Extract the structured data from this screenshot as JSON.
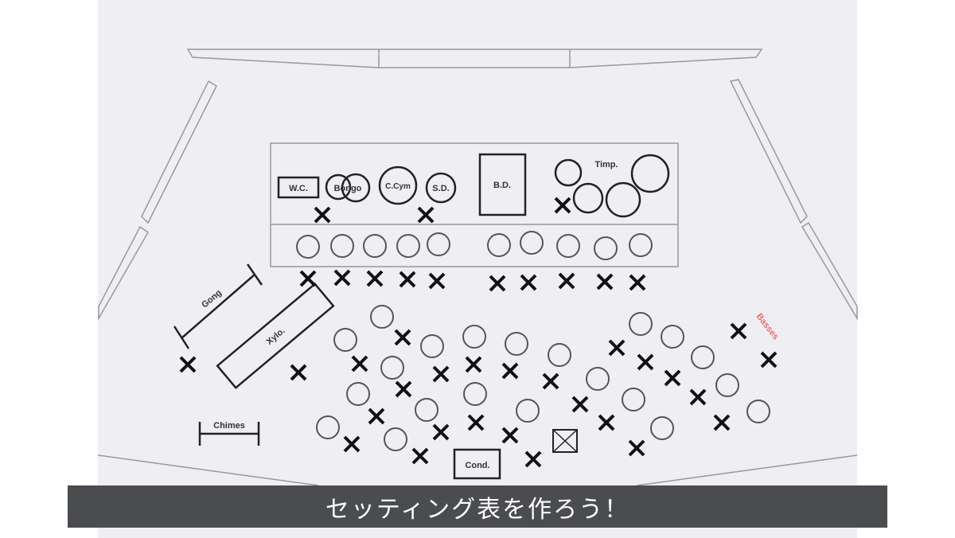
{
  "labels": {
    "wood_clock": "W.C.",
    "bongo": "Bongo",
    "crash_cymbal": "C.Cym",
    "snare_drum": "S.D.",
    "bass_drum": "B.D.",
    "timpani": "Timp.",
    "gong": "Gong",
    "xylophone": "Xylo.",
    "chimes": "Chimes",
    "conductor": "Cond.",
    "basses": "Basses"
  },
  "caption": "セッティング表を作ろう！",
  "colors": {
    "basses_label": "#f06a6a",
    "caption_bar": "#4b4c50",
    "floor": "#efeff3"
  }
}
